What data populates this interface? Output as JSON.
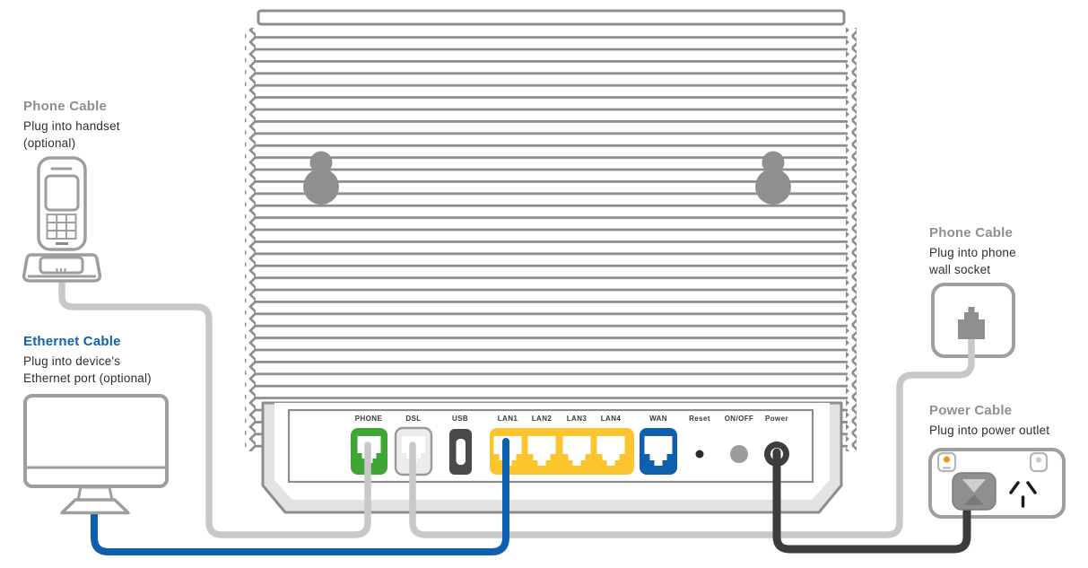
{
  "annotations": {
    "handset": {
      "title": "Phone Cable",
      "lines": [
        "Plug into handset",
        "(optional)"
      ]
    },
    "ethernet": {
      "title": "Ethernet Cable",
      "lines": [
        "Plug into device's",
        "Ethernet port (optional)"
      ]
    },
    "wall_socket": {
      "title": "Phone Cable",
      "lines": [
        "Plug into phone",
        "wall socket"
      ]
    },
    "power_outlet": {
      "title": "Power Cable",
      "lines": [
        "Plug into power outlet"
      ]
    }
  },
  "ports": {
    "labels": [
      "PHONE",
      "DSL",
      "USB",
      "LAN1",
      "LAN2",
      "LAN3",
      "LAN4",
      "WAN",
      "Reset",
      "ON/OFF",
      "Power"
    ]
  },
  "colors": {
    "port-green": "#3fa535",
    "port-yellow": "#fcc52d",
    "port-blue": "#0e5fad",
    "usb-dark": "#4a4a4a",
    "cable-gray": "#c8c8c8",
    "cable-blue": "#0e5fad",
    "cable-black": "#3c3c3c",
    "outline-gray": "#8d8d8d",
    "device-gray": "#9e9e9e",
    "solid-gray": "#8f8f8f",
    "heading-gray": "#8f8f8f",
    "heading-blue": "#0d63ae",
    "text-dark": "#2e2e2e",
    "indicator-orange": "#f59a00"
  }
}
